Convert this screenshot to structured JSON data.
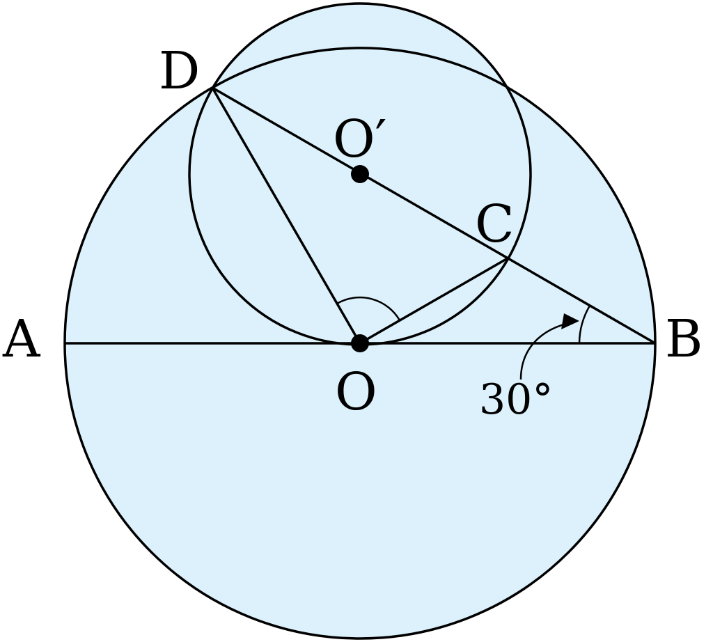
{
  "points": {
    "A": "A",
    "B": "B",
    "C": "C",
    "D": "D",
    "O": "O",
    "O_prime": "O′"
  },
  "angle": {
    "label": "30°"
  },
  "colors": {
    "fill": "#dcf1fb",
    "stroke": "#000000"
  }
}
